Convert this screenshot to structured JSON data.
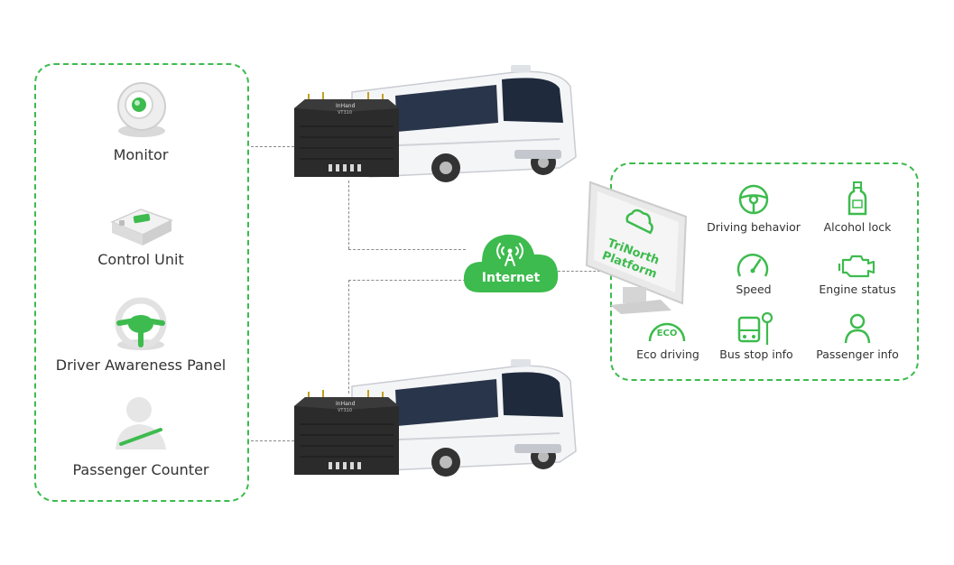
{
  "devices": [
    {
      "name": "Monitor",
      "icon": "camera-icon"
    },
    {
      "name": "Control Unit",
      "icon": "control-unit-icon"
    },
    {
      "name": "Driver Awareness Panel",
      "icon": "steering-wheel-icon"
    },
    {
      "name": "Passenger Counter",
      "icon": "person-icon"
    }
  ],
  "router": {
    "brand": "InHand",
    "model": "VT310"
  },
  "cloud": {
    "label": "Internet",
    "icon": "antenna-icon"
  },
  "platform": {
    "line1": "TriNorth",
    "line2": "Platform"
  },
  "features": [
    {
      "label": "Driving behavior",
      "icon": "steering-icon"
    },
    {
      "label": "Alcohol lock",
      "icon": "bottle-icon"
    },
    {
      "label": "Speed",
      "icon": "speedometer-icon"
    },
    {
      "label": "Engine status",
      "icon": "engine-icon"
    },
    {
      "label": "Eco driving",
      "icon": "eco-gauge-icon",
      "badge": "ECO"
    },
    {
      "label": "Bus stop info",
      "icon": "bus-stop-icon"
    },
    {
      "label": "Passenger info",
      "icon": "passenger-icon"
    }
  ],
  "colors": {
    "accent": "#3dbb4e",
    "line": "#8a8a8a",
    "device": "#2b2b2b"
  }
}
